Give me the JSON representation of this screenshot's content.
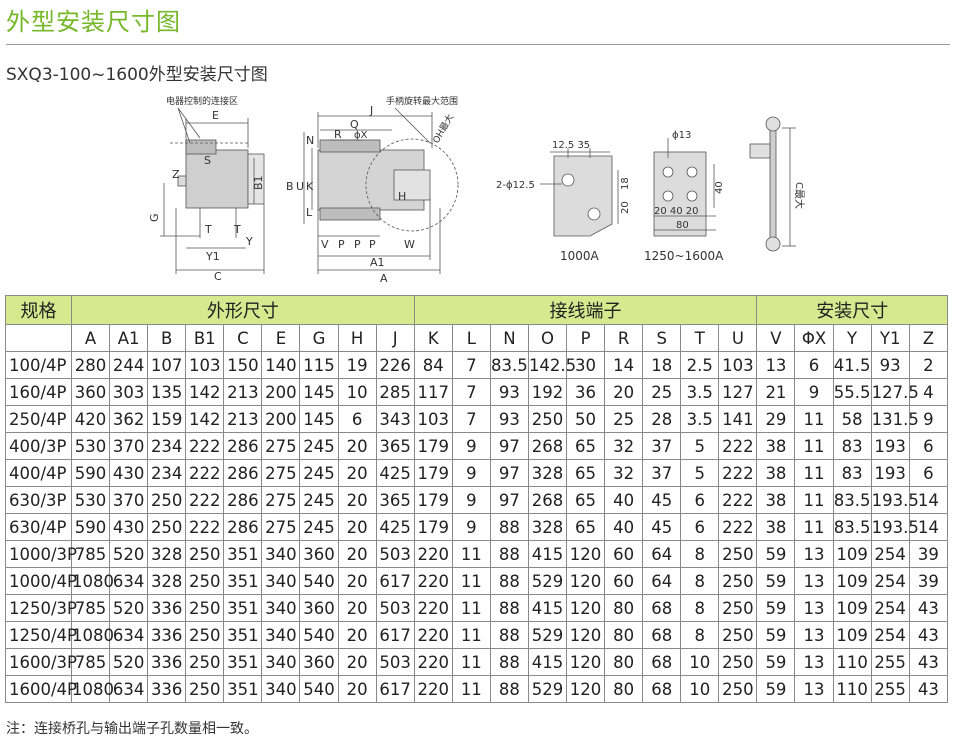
{
  "page": {
    "title": "外型安装尺寸图",
    "subtitle": "SXQ3-100~1600外型安装尺寸图",
    "note": "注：连接桥孔与输出端子孔数量相一致。"
  },
  "drawing": {
    "label_control_area": "电器控制的连接区",
    "label_handle_range": "手柄旋转最大范围",
    "label_1000a": "1000A",
    "label_1250a": "1250~1600A",
    "label_max": "C最大",
    "dims": {
      "hole_2phi": "2-ϕ12.5",
      "d_12_5_35": "12.5 35",
      "d_18": "18",
      "d_20": "20",
      "d_phi13": "ϕ13",
      "d_40": "40",
      "d_20_40_20": "20  40  20",
      "d_80": "80",
      "d_phix": "ϕX",
      "d_Ohmax": "OH最大"
    },
    "letters": {
      "E": "E",
      "S": "S",
      "B1": "B1",
      "G": "G",
      "T": "T",
      "Y": "Y",
      "Y1": "Y1",
      "C": "C",
      "Z": "Z",
      "J": "J",
      "Q": "Q",
      "R": "R",
      "N": "N",
      "U": "U",
      "K": "K",
      "B": "B",
      "L": "L",
      "V": "V",
      "P": "P",
      "W": "W",
      "A1": "A1",
      "A": "A",
      "H": "H"
    }
  },
  "table": {
    "group_headers": [
      "规格",
      "外形尺寸",
      "接线端子",
      "安装尺寸"
    ],
    "columns": [
      "A",
      "A1",
      "B",
      "B1",
      "C",
      "E",
      "G",
      "H",
      "J",
      "K",
      "L",
      "N",
      "O",
      "P",
      "R",
      "S",
      "T",
      "U",
      "V",
      "ΦX",
      "Y",
      "Y1",
      "Z"
    ],
    "rows": [
      {
        "model": "100/4P",
        "values": [
          "280",
          "244",
          "107",
          "103",
          "150",
          "140",
          "115",
          "19",
          "226",
          "84",
          "7",
          "83.5",
          "142.5",
          "30",
          "14",
          "18",
          "2.5",
          "103",
          "13",
          "6",
          "41.5",
          "93",
          "2"
        ]
      },
      {
        "model": "160/4P",
        "values": [
          "360",
          "303",
          "135",
          "142",
          "213",
          "200",
          "145",
          "10",
          "285",
          "117",
          "7",
          "93",
          "192",
          "36",
          "20",
          "25",
          "3.5",
          "127",
          "21",
          "9",
          "55.5",
          "127.5",
          "4"
        ]
      },
      {
        "model": "250/4P",
        "values": [
          "420",
          "362",
          "159",
          "142",
          "213",
          "200",
          "145",
          "6",
          "343",
          "103",
          "7",
          "93",
          "250",
          "50",
          "25",
          "28",
          "3.5",
          "141",
          "29",
          "11",
          "58",
          "131.5",
          "9"
        ]
      },
      {
        "model": "400/3P",
        "values": [
          "530",
          "370",
          "234",
          "222",
          "286",
          "275",
          "245",
          "20",
          "365",
          "179",
          "9",
          "97",
          "268",
          "65",
          "32",
          "37",
          "5",
          "222",
          "38",
          "11",
          "83",
          "193",
          "6"
        ]
      },
      {
        "model": "400/4P",
        "values": [
          "590",
          "430",
          "234",
          "222",
          "286",
          "275",
          "245",
          "20",
          "425",
          "179",
          "9",
          "97",
          "328",
          "65",
          "32",
          "37",
          "5",
          "222",
          "38",
          "11",
          "83",
          "193",
          "6"
        ]
      },
      {
        "model": "630/3P",
        "values": [
          "530",
          "370",
          "250",
          "222",
          "286",
          "275",
          "245",
          "20",
          "365",
          "179",
          "9",
          "97",
          "268",
          "65",
          "40",
          "45",
          "6",
          "222",
          "38",
          "11",
          "83.5",
          "193.5",
          "14"
        ]
      },
      {
        "model": "630/4P",
        "values": [
          "590",
          "430",
          "250",
          "222",
          "286",
          "275",
          "245",
          "20",
          "425",
          "179",
          "9",
          "88",
          "328",
          "65",
          "40",
          "45",
          "6",
          "222",
          "38",
          "11",
          "83.5",
          "193.5",
          "14"
        ]
      },
      {
        "model": "1000/3P",
        "values": [
          "785",
          "520",
          "328",
          "250",
          "351",
          "340",
          "360",
          "20",
          "503",
          "220",
          "11",
          "88",
          "415",
          "120",
          "60",
          "64",
          "8",
          "250",
          "59",
          "13",
          "109",
          "254",
          "39"
        ]
      },
      {
        "model": "1000/4P",
        "values": [
          "1080",
          "634",
          "328",
          "250",
          "351",
          "340",
          "540",
          "20",
          "617",
          "220",
          "11",
          "88",
          "529",
          "120",
          "60",
          "64",
          "8",
          "250",
          "59",
          "13",
          "109",
          "254",
          "39"
        ]
      },
      {
        "model": "1250/3P",
        "values": [
          "785",
          "520",
          "336",
          "250",
          "351",
          "340",
          "360",
          "20",
          "503",
          "220",
          "11",
          "88",
          "415",
          "120",
          "80",
          "68",
          "8",
          "250",
          "59",
          "13",
          "109",
          "254",
          "43"
        ]
      },
      {
        "model": "1250/4P",
        "values": [
          "1080",
          "634",
          "336",
          "250",
          "351",
          "340",
          "540",
          "20",
          "617",
          "220",
          "11",
          "88",
          "529",
          "120",
          "80",
          "68",
          "8",
          "250",
          "59",
          "13",
          "109",
          "254",
          "43"
        ]
      },
      {
        "model": "1600/3P",
        "values": [
          "785",
          "520",
          "336",
          "250",
          "351",
          "340",
          "360",
          "20",
          "503",
          "220",
          "11",
          "88",
          "415",
          "120",
          "80",
          "68",
          "10",
          "250",
          "59",
          "13",
          "110",
          "255",
          "43"
        ]
      },
      {
        "model": "1600/4P",
        "values": [
          "1080",
          "634",
          "336",
          "250",
          "351",
          "340",
          "540",
          "20",
          "617",
          "220",
          "11",
          "88",
          "529",
          "120",
          "80",
          "68",
          "10",
          "250",
          "59",
          "13",
          "110",
          "255",
          "43"
        ]
      }
    ]
  }
}
